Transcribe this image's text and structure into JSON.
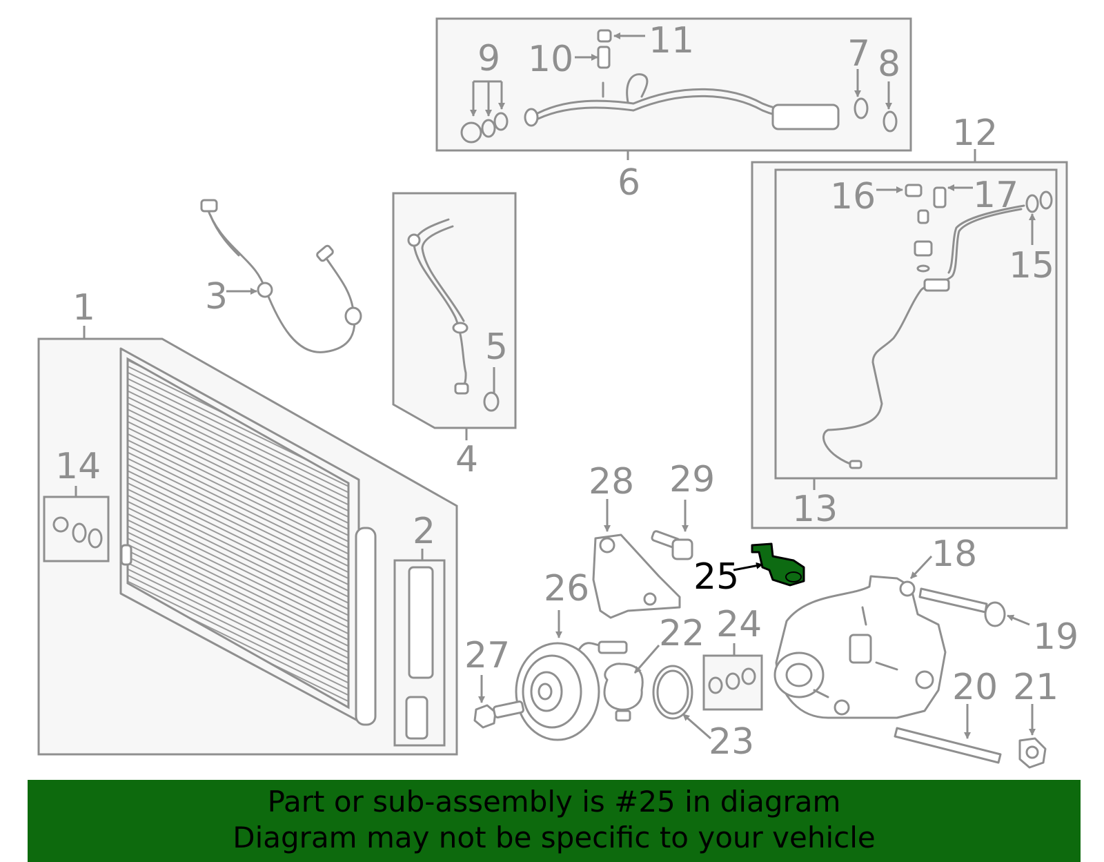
{
  "callouts": {
    "c1": "1",
    "c2": "2",
    "c3": "3",
    "c4": "4",
    "c5": "5",
    "c6": "6",
    "c7": "7",
    "c8": "8",
    "c9": "9",
    "c10": "10",
    "c11": "11",
    "c12": "12",
    "c13": "13",
    "c14": "14",
    "c15": "15",
    "c16": "16",
    "c17": "17",
    "c18": "18",
    "c19": "19",
    "c20": "20",
    "c21": "21",
    "c22": "22",
    "c23": "23",
    "c24": "24",
    "c25": "25",
    "c26": "26",
    "c27": "27",
    "c28": "28",
    "c29": "29"
  },
  "highlight": {
    "part_number": "25",
    "color": "#0d6b12"
  },
  "banner": {
    "background": "#0d6a0d",
    "line1": "Part or sub-assembly is #25 in diagram",
    "line2": "Diagram may not be specific to your vehicle"
  }
}
